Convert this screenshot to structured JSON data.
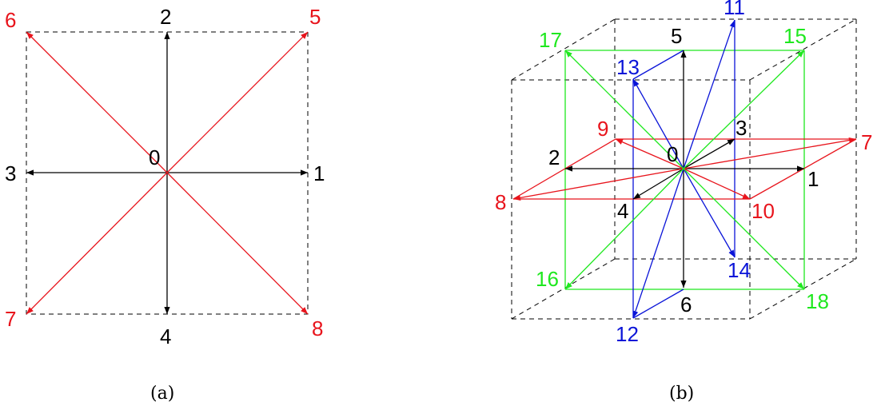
{
  "colors": {
    "black": "#000000",
    "red": "#e8141c",
    "green": "#1ee81e",
    "blue": "#0a14d8"
  },
  "panel_a": {
    "caption": "(a)",
    "center_label": "0",
    "labels": {
      "v1": "1",
      "v2": "2",
      "v3": "3",
      "v4": "4",
      "v5": "5",
      "v6": "6",
      "v7": "7",
      "v8": "8"
    }
  },
  "panel_b": {
    "caption": "(b)",
    "center_label": "0",
    "labels": {
      "v1": "1",
      "v2": "2",
      "v3": "3",
      "v4": "4",
      "v5": "5",
      "v6": "6",
      "v7": "7",
      "v8": "8",
      "v9": "9",
      "v10": "10",
      "v11": "11",
      "v12": "12",
      "v13": "13",
      "v14": "14",
      "v15": "15",
      "v16": "16",
      "v17": "17",
      "v18": "18"
    }
  }
}
